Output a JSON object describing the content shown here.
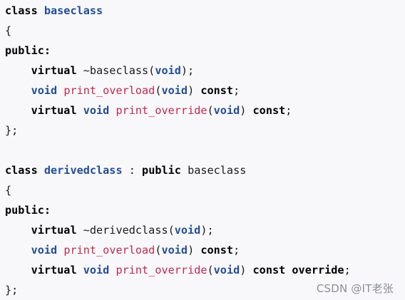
{
  "code": {
    "lines": [
      [
        {
          "t": "class",
          "k": "kw"
        },
        {
          "t": " ",
          "k": "plain"
        },
        {
          "t": "baseclass",
          "k": "ty"
        }
      ],
      [
        {
          "t": "{",
          "k": "plain"
        }
      ],
      [
        {
          "t": "public:",
          "k": "kw"
        }
      ],
      [
        {
          "t": "    ",
          "k": "plain"
        },
        {
          "t": "virtual",
          "k": "kw"
        },
        {
          "t": " ~baseclass(",
          "k": "plain"
        },
        {
          "t": "void",
          "k": "ty"
        },
        {
          "t": ");",
          "k": "plain"
        }
      ],
      [
        {
          "t": "    ",
          "k": "plain"
        },
        {
          "t": "void",
          "k": "ty"
        },
        {
          "t": " ",
          "k": "plain"
        },
        {
          "t": "print_overload",
          "k": "fn"
        },
        {
          "t": "(",
          "k": "plain"
        },
        {
          "t": "void",
          "k": "ty"
        },
        {
          "t": ") ",
          "k": "plain"
        },
        {
          "t": "const",
          "k": "kw"
        },
        {
          "t": ";",
          "k": "plain"
        }
      ],
      [
        {
          "t": "    ",
          "k": "plain"
        },
        {
          "t": "virtual",
          "k": "kw"
        },
        {
          "t": " ",
          "k": "plain"
        },
        {
          "t": "void",
          "k": "ty"
        },
        {
          "t": " ",
          "k": "plain"
        },
        {
          "t": "print_override",
          "k": "fn"
        },
        {
          "t": "(",
          "k": "plain"
        },
        {
          "t": "void",
          "k": "ty"
        },
        {
          "t": ") ",
          "k": "plain"
        },
        {
          "t": "const",
          "k": "kw"
        },
        {
          "t": ";",
          "k": "plain"
        }
      ],
      [
        {
          "t": "};",
          "k": "plain"
        }
      ],
      [],
      [
        {
          "t": "class",
          "k": "kw"
        },
        {
          "t": " ",
          "k": "plain"
        },
        {
          "t": "derivedclass",
          "k": "ty"
        },
        {
          "t": " : ",
          "k": "plain"
        },
        {
          "t": "public",
          "k": "kw"
        },
        {
          "t": " baseclass",
          "k": "plain"
        }
      ],
      [
        {
          "t": "{",
          "k": "plain"
        }
      ],
      [
        {
          "t": "public:",
          "k": "kw"
        }
      ],
      [
        {
          "t": "    ",
          "k": "plain"
        },
        {
          "t": "virtual",
          "k": "kw"
        },
        {
          "t": " ~derivedclass(",
          "k": "plain"
        },
        {
          "t": "void",
          "k": "ty"
        },
        {
          "t": ");",
          "k": "plain"
        }
      ],
      [
        {
          "t": "    ",
          "k": "plain"
        },
        {
          "t": "void",
          "k": "ty"
        },
        {
          "t": " ",
          "k": "plain"
        },
        {
          "t": "print_overload",
          "k": "fn"
        },
        {
          "t": "(",
          "k": "plain"
        },
        {
          "t": "void",
          "k": "ty"
        },
        {
          "t": ") ",
          "k": "plain"
        },
        {
          "t": "const",
          "k": "kw"
        },
        {
          "t": ";",
          "k": "plain"
        }
      ],
      [
        {
          "t": "    ",
          "k": "plain"
        },
        {
          "t": "virtual",
          "k": "kw"
        },
        {
          "t": " ",
          "k": "plain"
        },
        {
          "t": "void",
          "k": "ty"
        },
        {
          "t": " ",
          "k": "plain"
        },
        {
          "t": "print_override",
          "k": "fn"
        },
        {
          "t": "(",
          "k": "plain"
        },
        {
          "t": "void",
          "k": "ty"
        },
        {
          "t": ") ",
          "k": "plain"
        },
        {
          "t": "const",
          "k": "kw"
        },
        {
          "t": " ",
          "k": "plain"
        },
        {
          "t": "override",
          "k": "kw"
        },
        {
          "t": ";",
          "k": "plain"
        }
      ],
      [
        {
          "t": "};",
          "k": "plain"
        }
      ]
    ]
  },
  "colors": {
    "background": "#f8f8fa",
    "keyword": "#000000",
    "type": "#1f4e9a",
    "function": "#c7254e",
    "plain": "#1a1a1a",
    "watermark": "#8a8f96"
  },
  "watermark": "CSDN @IT老张"
}
